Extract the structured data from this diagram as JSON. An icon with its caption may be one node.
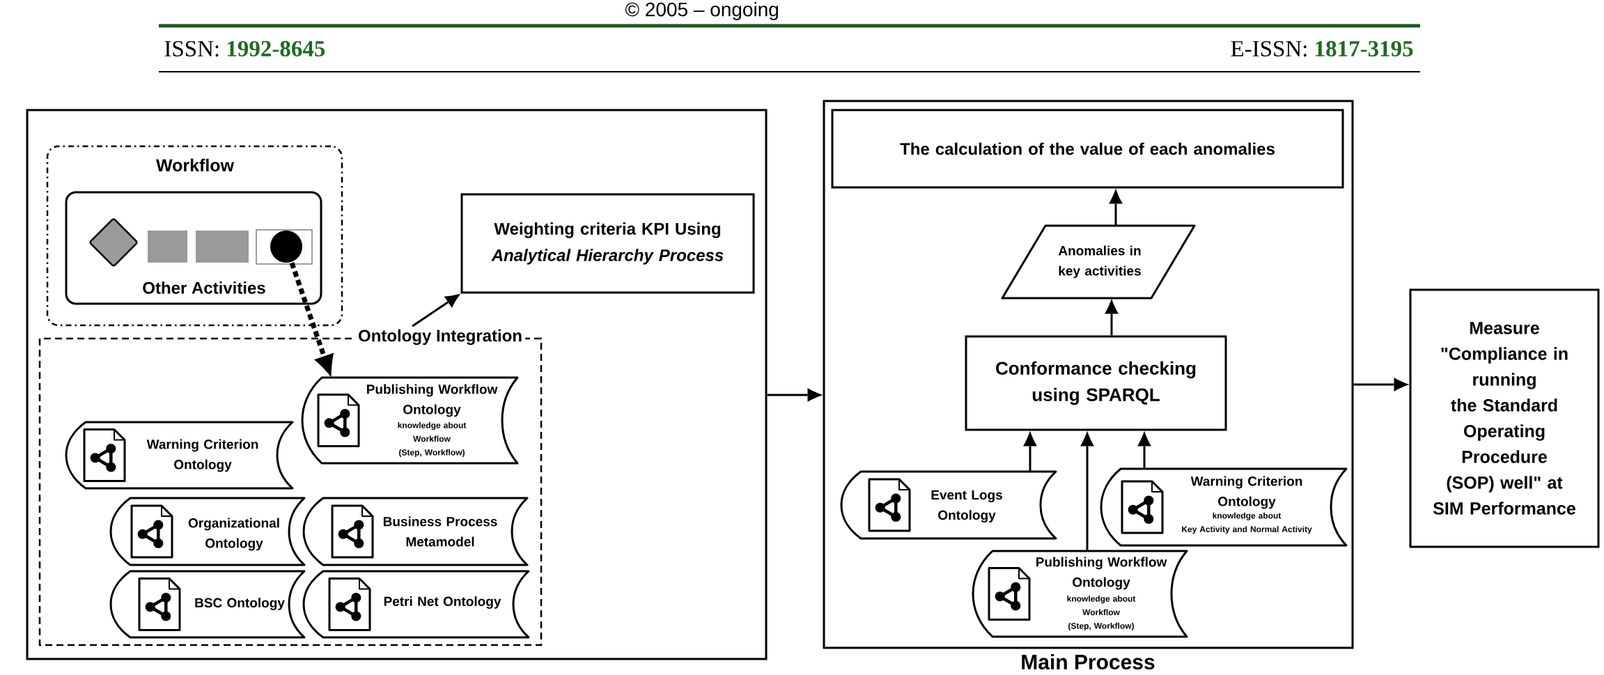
{
  "diagram": {
    "nodes": [
      {
        "text": [],
        "shape": "box"
      },
      {
        "text": [
          "Workflow"
        ],
        "in": 0
      },
      {
        "text": [
          "Other Activities"
        ],
        "in": 1
      },
      {
        "text": [],
        "shape": "diamond",
        "in": 2
      },
      {
        "text": [],
        "shape": "box",
        "in": 2
      },
      {
        "text": [],
        "shape": "box",
        "in": 2
      },
      {
        "text": [],
        "shape": "box",
        "in": 2
      },
      {
        "text": [],
        "shape": "circle",
        "in": 6
      },
      {
        "text": [
          "Weighting criteria KPI Using *Analytical Hierarchy Process*"
        ],
        "in": 0
      },
      {
        "text": [
          "Ontology Integration"
        ],
        "in": 0
      },
      {
        "text": [
          "Publishing Workflow Ontology",
          "knowledge about Workflow (Step, Workflow)"
        ],
        "in": 9
      },
      {
        "text": [
          "Warning Criterion Ontology"
        ],
        "in": 9
      },
      {
        "text": [
          "Organizational Ontology"
        ],
        "in": 9
      },
      {
        "text": [
          "Business Process Metamodel"
        ],
        "in": 9
      },
      {
        "text": [
          "BSC Ontology"
        ],
        "in": 9
      },
      {
        "text": [
          "Petri Net Ontology"
        ],
        "in": 9
      },
      {
        "text": [],
        "shape": "box",
        "beside": [
          "Main Process"
        ]
      },
      {
        "text": [
          "The calculation of the value of each anomalies"
        ],
        "in": 16
      },
      {
        "text": [
          "Anomalies in key activities"
        ],
        "in": 16
      },
      {
        "text": [
          "Conformance checking using SPARQL"
        ],
        "in": 16
      },
      {
        "text": [
          "Event Logs Ontology"
        ],
        "in": 16
      },
      {
        "text": [
          "Warning Criterion Ontology",
          "knowledge about Key Activity and Normal Activity"
        ],
        "in": 16
      },
      {
        "text": [
          "Publishing Workflow Ontology",
          "knowledge about Workflow (Step, Workflow)"
        ],
        "in": 16
      },
      {
        "text": [
          "Measure \"Compliance in running the Standard Operating Procedure (SOP) well\" at SIM Performance"
        ]
      }
    ],
    "edges": [
      {
        "from": 7,
        "to": 10,
        "arrow": "to",
        "style": "dashed"
      },
      {
        "from": 9,
        "to": 8,
        "arrow": "to"
      },
      {
        "from": 0,
        "to": 16,
        "arrow": "to"
      },
      {
        "from": 19,
        "to": 18,
        "arrow": "to"
      },
      {
        "from": 18,
        "to": 17,
        "arrow": "to"
      },
      {
        "from": 20,
        "to": 19,
        "arrow": "to"
      },
      {
        "from": 22,
        "to": 19,
        "arrow": "to"
      },
      {
        "from": 21,
        "to": 19,
        "arrow": "to"
      },
      {
        "from": 16,
        "to": 23,
        "arrow": "to"
      }
    ],
    "labels": [
      "© 2005 – ongoing",
      "ISSN: **1992-8645**",
      "E-ISSN: **1817-3195**"
    ]
  }
}
